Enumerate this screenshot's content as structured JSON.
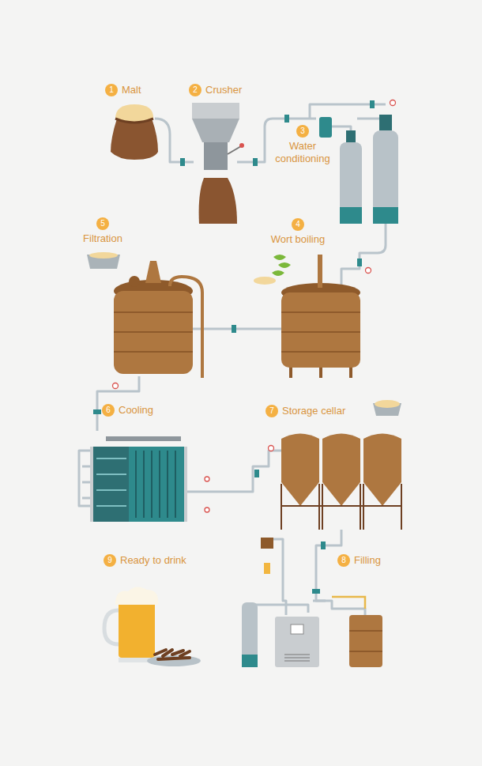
{
  "diagram": {
    "nodes": [
      {
        "text": [
          "1",
          "Malt"
        ]
      },
      {
        "text": [
          "2",
          "Crusher"
        ]
      },
      {
        "text": [
          "3",
          "Water conditioning"
        ]
      },
      {
        "text": [
          "4",
          "Wort boiling"
        ]
      },
      {
        "text": [
          "5",
          "Filtration"
        ]
      },
      {
        "text": [
          "6",
          "Cooling"
        ]
      },
      {
        "text": [
          "7",
          "Storage cellar"
        ]
      },
      {
        "text": [
          "8",
          "Filling"
        ]
      },
      {
        "text": [
          "9",
          "Ready to drink"
        ]
      }
    ]
  }
}
